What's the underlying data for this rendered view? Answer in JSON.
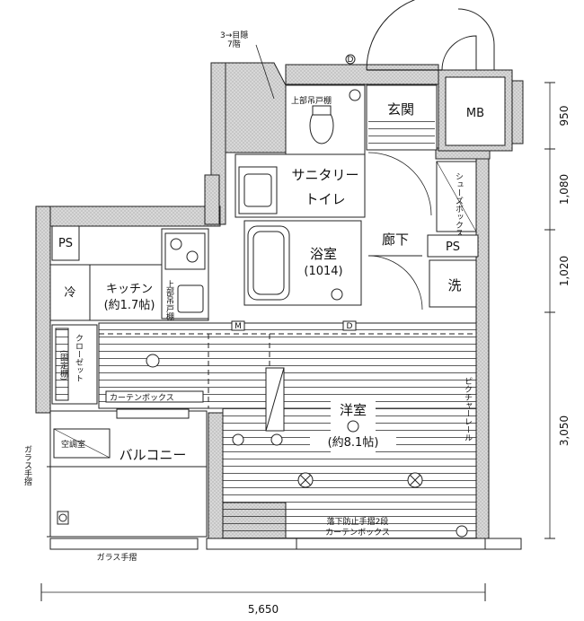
{
  "rooms": {
    "entrance": "玄関",
    "mb": "MB",
    "sanitary_line1": "サニタリー",
    "sanitary_line2": "トイレ",
    "bath": "浴室",
    "bath_size": "(1014)",
    "hallway": "廊下",
    "ps_right": "PS",
    "wash": "洗",
    "shoe_box": "シューズボックス",
    "ps_left": "PS",
    "fridge": "冷",
    "kitchen": "キッチン",
    "kitchen_size": "(約1.7帖)",
    "closet": "クローゼット",
    "closet_note": "(固定棚)",
    "curtain_box_mid": "カーテンボックス",
    "western": "洋室",
    "western_size": "(約8.1帖)",
    "picture_rail": "ピクチャーレール",
    "storage": "空調室",
    "balcony": "バルコニー",
    "glass_rail_left": "ガラス手摺",
    "glass_rail_bottom": "ガラス手摺",
    "fall_rail_note": "落下防止手摺2段",
    "curtain_box_bottom": "カーテンボックス",
    "top_note_line1": "3→目隠",
    "top_note_line2": "7階",
    "upper_storage": "上部吊戸棚",
    "kitchen_upper": "上部吊戸棚",
    "m_mark": "M",
    "d_mark": "D"
  },
  "dimensions": {
    "right": [
      "950",
      "1,080",
      "1,020",
      "3,050"
    ],
    "bottom": "5,650"
  }
}
